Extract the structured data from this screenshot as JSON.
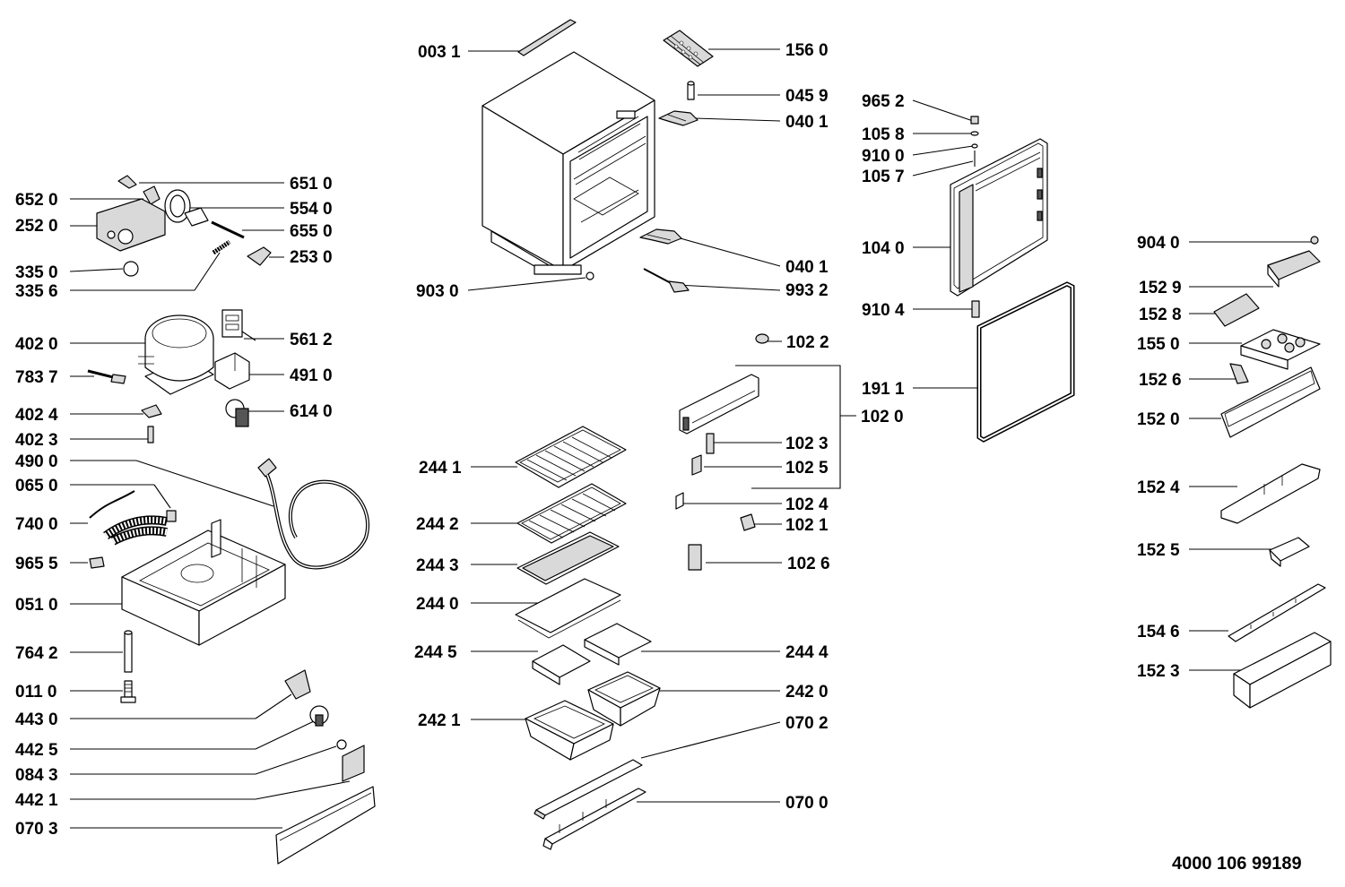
{
  "document_number": "4000 106 99189",
  "labels": {
    "l0031": "003 1",
    "l9030": "903 0",
    "l1560": "156 0",
    "l0459": "045 9",
    "l0401a": "040 1",
    "l0401b": "040 1",
    "l9932": "993 2",
    "l9652": "965 2",
    "l1058": "105 8",
    "l9100": "910 0",
    "l1057": "105 7",
    "l1040": "104 0",
    "l9104": "910 4",
    "l1911": "191 1",
    "l6510": "651 0",
    "l6520": "652 0",
    "l5540": "554 0",
    "l2520": "252 0",
    "l6550": "655 0",
    "l2530": "253 0",
    "l3350": "335 0",
    "l3356": "335 6",
    "l4020": "402 0",
    "l5612": "561 2",
    "l7837": "783 7",
    "l4910": "491 0",
    "l4024": "402 4",
    "l6140": "614 0",
    "l4023": "402 3",
    "l4900": "490 0",
    "l0650": "065 0",
    "l7400": "740 0",
    "l9655": "965 5",
    "l0510": "051 0",
    "l7642": "764 2",
    "l0110": "011 0",
    "l4430": "443 0",
    "l4425": "442 5",
    "l0843": "084 3",
    "l4421": "442 1",
    "l0703": "070 3",
    "l1022": "102 2",
    "l1020": "102 0",
    "l1023": "102 3",
    "l1025": "102 5",
    "l1024": "102 4",
    "l1021": "102 1",
    "l1026": "102 6",
    "l2441": "244 1",
    "l2442": "244 2",
    "l2443": "244 3",
    "l2440": "244 0",
    "l2445": "244 5",
    "l2444": "244 4",
    "l2420": "242 0",
    "l2421": "242 1",
    "l0702": "070 2",
    "l0700": "070 0",
    "l9040": "904 0",
    "l1529": "152 9",
    "l1528": "152 8",
    "l1550": "155 0",
    "l1526": "152 6",
    "l1520": "152 0",
    "l1524": "152 4",
    "l1525": "152 5",
    "l1546": "154 6",
    "l1523": "152 3"
  }
}
